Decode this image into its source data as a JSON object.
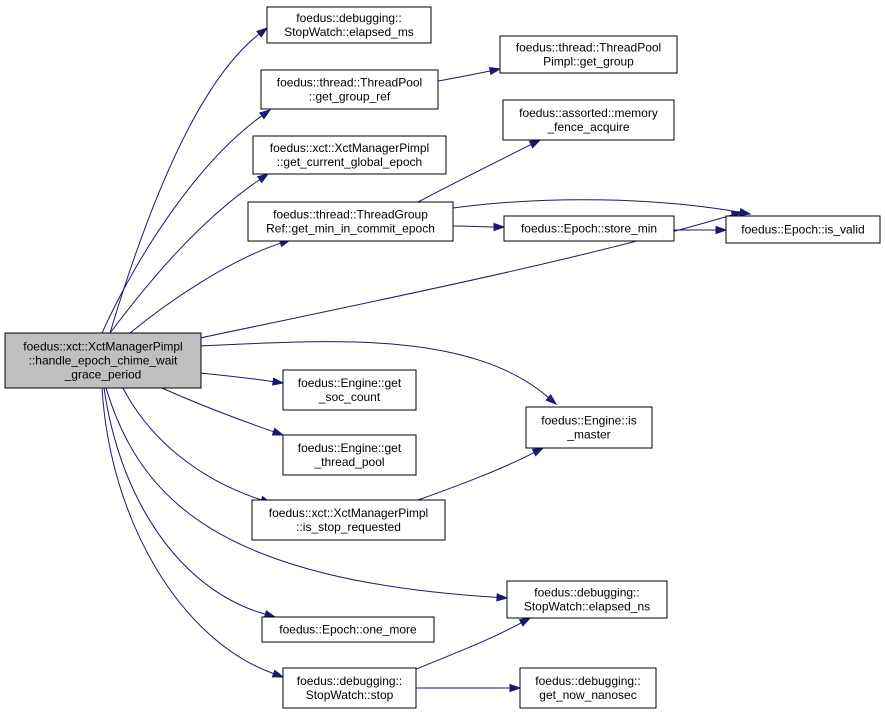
{
  "colors": {
    "edge": "#191970",
    "root_fill": "#bfbfbf",
    "node_fill": "#ffffff",
    "border": "#000000"
  },
  "nodes": [
    {
      "id": "root",
      "lines": [
        "foedus::xct::XctManagerPimpl",
        "::handle_epoch_chime_wait",
        "_grace_period"
      ]
    },
    {
      "id": "elapsed_ms",
      "lines": [
        "foedus::debugging::",
        "StopWatch::elapsed_ms"
      ]
    },
    {
      "id": "get_group_ref",
      "lines": [
        "foedus::thread::ThreadPool",
        "::get_group_ref"
      ]
    },
    {
      "id": "get_group",
      "lines": [
        "foedus::thread::ThreadPool",
        "Pimpl::get_group"
      ]
    },
    {
      "id": "memory_fence",
      "lines": [
        "foedus::assorted::memory",
        "_fence_acquire"
      ]
    },
    {
      "id": "get_current_global_epoch",
      "lines": [
        "foedus::xct::XctManagerPimpl",
        "::get_current_global_epoch"
      ]
    },
    {
      "id": "get_min_in_commit_epoch",
      "lines": [
        "foedus::thread::ThreadGroup",
        "Ref::get_min_in_commit_epoch"
      ]
    },
    {
      "id": "store_min",
      "lines": [
        "foedus::Epoch::store_min"
      ]
    },
    {
      "id": "is_valid",
      "lines": [
        "foedus::Epoch::is_valid"
      ]
    },
    {
      "id": "get_soc_count",
      "lines": [
        "foedus::Engine::get",
        "_soc_count"
      ]
    },
    {
      "id": "is_master",
      "lines": [
        "foedus::Engine::is",
        "_master"
      ]
    },
    {
      "id": "get_thread_pool",
      "lines": [
        "foedus::Engine::get",
        "_thread_pool"
      ]
    },
    {
      "id": "is_stop_requested",
      "lines": [
        "foedus::xct::XctManagerPimpl",
        "::is_stop_requested"
      ]
    },
    {
      "id": "elapsed_ns",
      "lines": [
        "foedus::debugging::",
        "StopWatch::elapsed_ns"
      ]
    },
    {
      "id": "one_more",
      "lines": [
        "foedus::Epoch::one_more"
      ]
    },
    {
      "id": "stop",
      "lines": [
        "foedus::debugging::",
        "StopWatch::stop"
      ]
    },
    {
      "id": "get_now_nanosec",
      "lines": [
        "foedus::debugging::",
        "get_now_nanosec"
      ]
    }
  ],
  "edges": [
    {
      "from": "root",
      "to": "elapsed_ms"
    },
    {
      "from": "root",
      "to": "get_group_ref"
    },
    {
      "from": "root",
      "to": "get_current_global_epoch"
    },
    {
      "from": "root",
      "to": "get_min_in_commit_epoch"
    },
    {
      "from": "root",
      "to": "is_valid"
    },
    {
      "from": "root",
      "to": "get_soc_count"
    },
    {
      "from": "root",
      "to": "is_master"
    },
    {
      "from": "root",
      "to": "get_thread_pool"
    },
    {
      "from": "root",
      "to": "is_stop_requested"
    },
    {
      "from": "root",
      "to": "elapsed_ns"
    },
    {
      "from": "root",
      "to": "one_more"
    },
    {
      "from": "root",
      "to": "stop"
    },
    {
      "from": "get_group_ref",
      "to": "get_group"
    },
    {
      "from": "get_min_in_commit_epoch",
      "to": "memory_fence"
    },
    {
      "from": "get_min_in_commit_epoch",
      "to": "store_min"
    },
    {
      "from": "get_min_in_commit_epoch",
      "to": "is_valid"
    },
    {
      "from": "store_min",
      "to": "is_valid"
    },
    {
      "from": "is_stop_requested",
      "to": "is_master"
    },
    {
      "from": "stop",
      "to": "elapsed_ns"
    },
    {
      "from": "stop",
      "to": "get_now_nanosec"
    }
  ]
}
